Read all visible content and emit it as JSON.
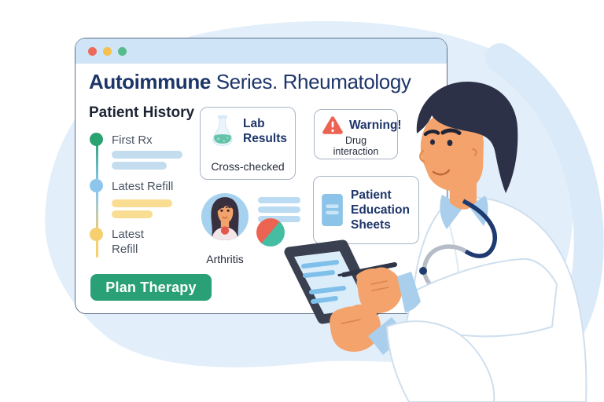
{
  "window": {
    "title_bold": "Autoimmune",
    "title_rest": " Series. Rheumatology",
    "controls": [
      "close",
      "minimize",
      "maximize"
    ]
  },
  "patient_history": {
    "heading": "Patient History",
    "items": [
      {
        "label": "First Rx",
        "dot_color": "#2aa272"
      },
      {
        "label": "Latest Refill",
        "dot_color": "#8cc6ec"
      },
      {
        "label": "Latest Refill",
        "dot_color": "#f6cf6f"
      }
    ]
  },
  "cards": {
    "lab_results": {
      "title": "Lab Results",
      "status": "Cross-checked",
      "icon": "flask-icon"
    },
    "warning": {
      "title": "Warning!",
      "subtitle": "Drug interaction",
      "icon": "warning-icon"
    },
    "education": {
      "title": "Patient Education Sheets",
      "icon": "document-icon"
    }
  },
  "patient": {
    "condition_label": "Arthritis",
    "icon": "patient-avatar"
  },
  "actions": {
    "plan_therapy_label": "Plan Therapy"
  },
  "colors": {
    "accent_navy": "#1d3569",
    "titlebar_blue": "#cfe4f6",
    "button_green": "#2aa077",
    "traffic_red": "#ec6a5c",
    "traffic_yellow": "#f4c04e",
    "traffic_green": "#57bb8e",
    "pie_red": "#ed6352",
    "pie_teal": "#45bda2",
    "background_blob": "#e2eefa"
  }
}
